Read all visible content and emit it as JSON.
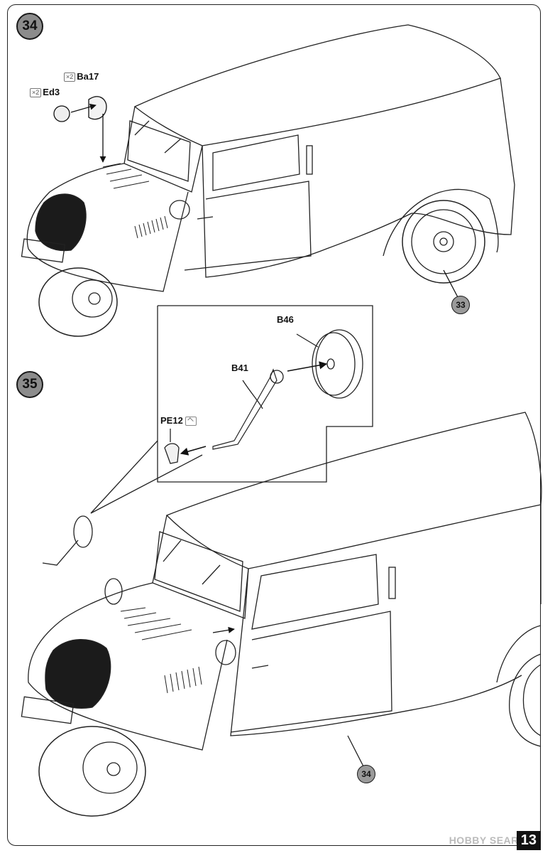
{
  "steps": [
    {
      "number": "34",
      "parts": [
        {
          "code": "Ba17",
          "qty": "2"
        },
        {
          "code": "Ed3",
          "qty": "2"
        }
      ],
      "ref_step": "33"
    },
    {
      "number": "35",
      "parts": [
        {
          "code": "B46"
        },
        {
          "code": "B41"
        },
        {
          "code": "PE12"
        }
      ],
      "ref_step": "34"
    }
  ],
  "page_number": "13",
  "watermark": "HOBBY SEARCH"
}
